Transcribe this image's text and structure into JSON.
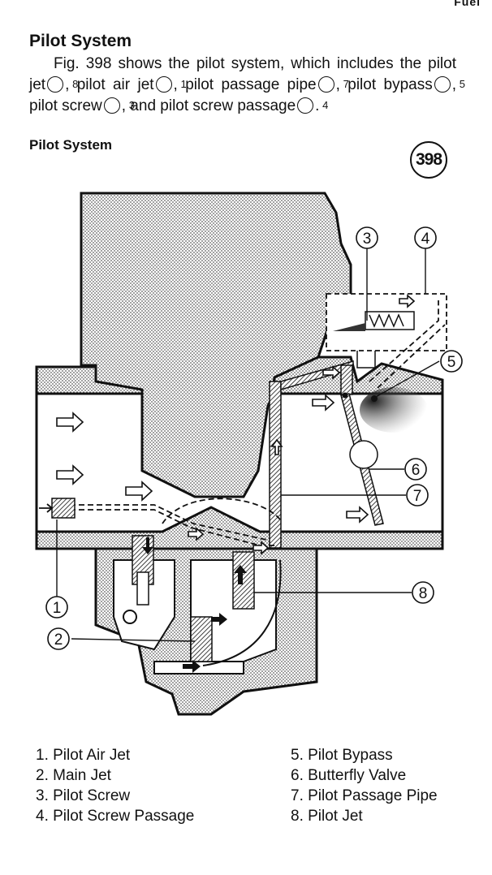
{
  "header": {
    "page_mark": "Fuel"
  },
  "section": {
    "title": "Pilot System",
    "intro": {
      "t1": "Fig. 398 shows the pilot system, which includes the pilot jet",
      "r1": "8",
      "t2": ", pilot air jet",
      "r2": "1",
      "t3": ", pilot passage pipe",
      "r3": "7",
      "t4": ", pilot bypass",
      "r4": "5",
      "t5": ", pilot screw",
      "r5": "3",
      "t6": ", and pilot screw passage",
      "r6": "4",
      "t7": "."
    }
  },
  "figure": {
    "title": "Pilot System",
    "number": "398",
    "callouts": {
      "c1": "1",
      "c2": "2",
      "c3": "3",
      "c4": "4",
      "c5": "5",
      "c6": "6",
      "c7": "7",
      "c8": "8"
    }
  },
  "legend": {
    "items": [
      "1. Pilot Air Jet",
      "2. Main Jet",
      "3. Pilot Screw",
      "4. Pilot Screw Passage",
      "5. Pilot Bypass",
      "6. Butterfly Valve",
      "7. Pilot Passage Pipe",
      "8. Pilot Jet"
    ]
  }
}
